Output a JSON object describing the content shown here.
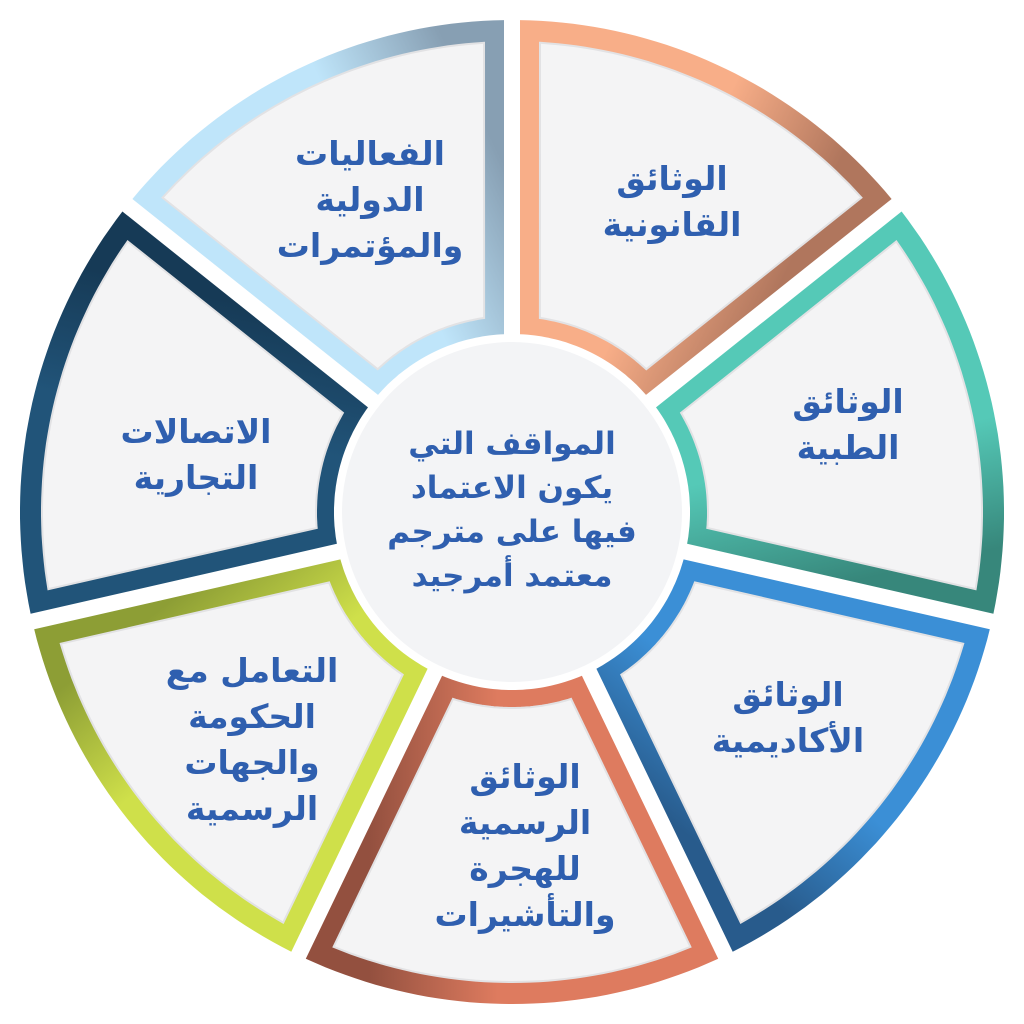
{
  "center": {
    "text": "المواقف التي\nيكون الاعتماد\nفيها على مترجم\nمعتمد أمرجيد"
  },
  "segments": [
    {
      "id": "legal",
      "label": "الوثائق\nالقانونية",
      "light": "#f8ae88",
      "dark": "#b0765d"
    },
    {
      "id": "medical",
      "label": "الوثائق\nالطبية",
      "light": "#55c9b7",
      "dark": "#37877b"
    },
    {
      "id": "academic",
      "label": "الوثائق\nالأكاديمية",
      "light": "#3b8fd6",
      "dark": "#285b8c"
    },
    {
      "id": "immigration",
      "label": "الوثائق\nالرسمية\nللهجرة\nوالتأشيرات",
      "light": "#de7b5f",
      "dark": "#93503f"
    },
    {
      "id": "government",
      "label": "التعامل مع\nالحكومة\nوالجهات\nالرسمية",
      "light": "#cfe04a",
      "dark": "#8d9e35"
    },
    {
      "id": "telecom",
      "label": "الاتصالات\nالتجارية",
      "light": "#215479",
      "dark": "#163a56"
    },
    {
      "id": "events",
      "label": "الفعاليات\nالدولية\nوالمؤتمرات",
      "light": "#bfe5fa",
      "dark": "#879fb3"
    }
  ]
}
